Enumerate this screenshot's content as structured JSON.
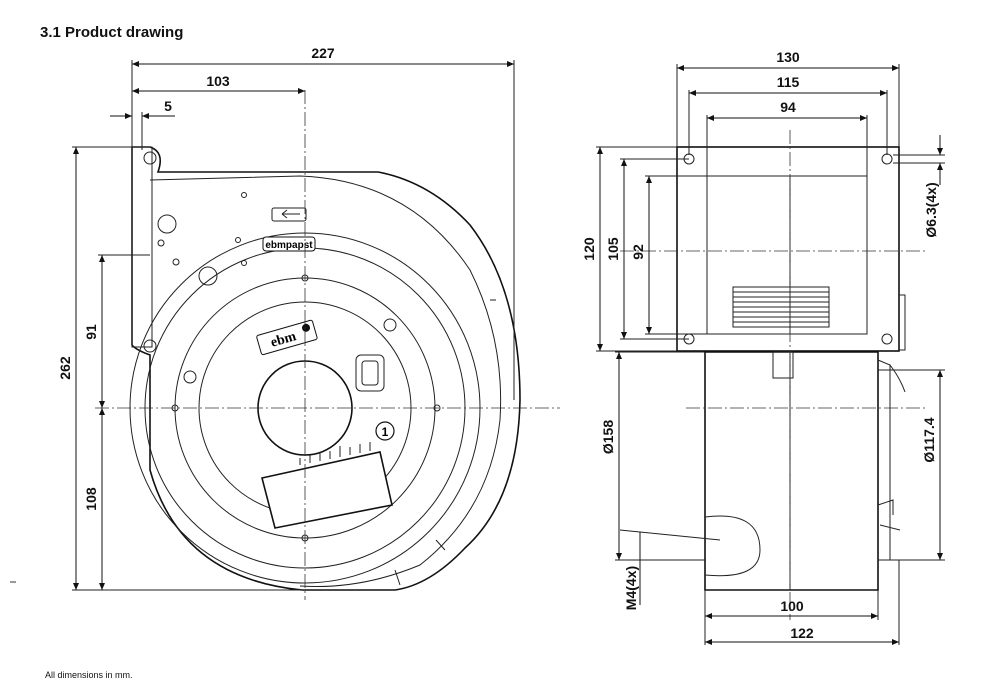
{
  "heading": "3.1 Product drawing",
  "footnote": "All dimensions in mm.",
  "labels": {
    "ebmpapst": "ebmpapst",
    "ebm": "ebm",
    "callout_1": "1"
  },
  "dimensions": {
    "d227": "227",
    "d103": "103",
    "d5": "5",
    "d262": "262",
    "d91": "91",
    "d108": "108",
    "d130": "130",
    "d115": "115",
    "d94": "94",
    "d120": "120",
    "d105": "105",
    "d92": "92",
    "hole": "Ø6.3(4x)",
    "d158": "Ø158",
    "d1174": "Ø117.4",
    "m4": "M4(4x)",
    "d100": "100",
    "d122": "122"
  }
}
